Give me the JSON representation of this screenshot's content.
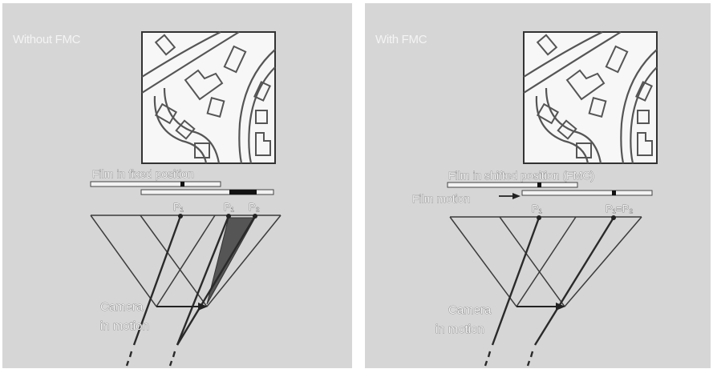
{
  "left_panel": {
    "title": "Without FMC",
    "film_label": "Film in fixed position",
    "point_labels": [
      "P₁",
      "P₁",
      "P₂"
    ],
    "camera_label_line1": "Camera",
    "camera_label_line2": "in motion"
  },
  "right_panel": {
    "title": "With FMC",
    "film_label": "Film in shifted position (FMC)",
    "motion_label": "Film motion",
    "point_labels": [
      "P₁",
      "P₁=P₂"
    ],
    "camera_label_line1": "Camera",
    "camera_label_line2": "in motion"
  },
  "colors": {
    "panel_bg": "#d6d6d6",
    "line": "#3c3c3c",
    "label_fill": "#f4f4f4",
    "blur_region": "#555555"
  }
}
